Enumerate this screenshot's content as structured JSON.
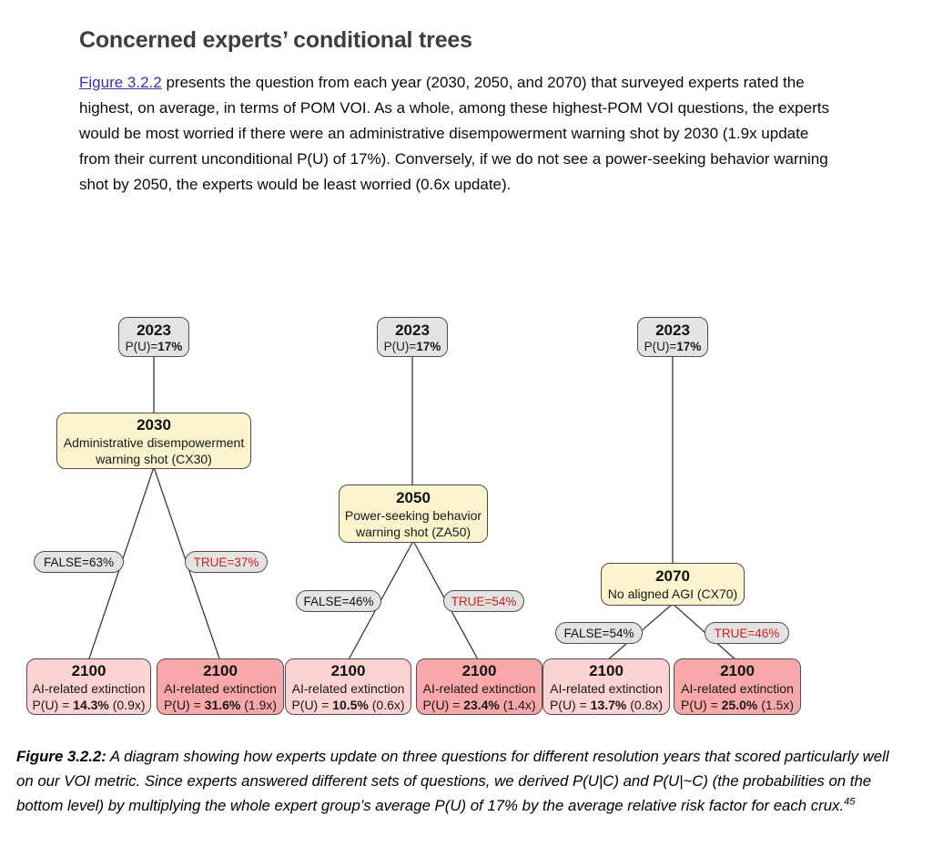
{
  "page": {
    "heading": "Concerned experts’ conditional trees",
    "intro": {
      "link_text": "Figure 3.2.2",
      "text_after_link": " presents the question from each year (2030, 2050, and 2070) that surveyed experts rated the highest, on average, in terms of POM VOI. As a whole, among these highest-POM VOI questions, the experts would be most worried if there were an administrative disempowerment warning shot by 2030 (1.9x update from their current unconditional P(U) of 17%). Conversely, if we do not see a power-seeking behavior warning shot by 2050, the experts would be least worried (0.6x update)."
    },
    "caption": {
      "label": "Figure 3.2.2:",
      "text": " A diagram showing how experts update on three questions for different resolution years that scored particularly well on our VOI metric. Since experts answered different sets of questions, we derived P(U|C) and P(U|~C) (the probabilities on the bottom level) by multiplying the whole expert group’s average P(U) of 17% by the average relative risk factor for each crux.",
      "footnote": "45"
    }
  },
  "colors": {
    "link_blue": "#3434ad",
    "root_gray_fill": "#e3e3e3",
    "crux_yellow_fill": "#fbf4cd",
    "leaf_light_pink_fill": "#fcd2d2",
    "leaf_dark_pink_fill": "#f8a8a8",
    "true_label_red": "#cc2222",
    "node_border": "#4d4d4d"
  },
  "trees": [
    {
      "root": {
        "year": "2023",
        "pu_prefix": "P(U)=",
        "pu_value": "17%"
      },
      "crux": {
        "year": "2030",
        "line1": "Administrative disempowerment",
        "line2": "warning shot (CX30)"
      },
      "false_label": "FALSE=63%",
      "true_label": "TRUE=37%",
      "false_leaf": {
        "year": "2100",
        "desc": "AI-related extinction",
        "p_prefix": "P(U) = ",
        "p_value": "14.3%",
        "p_suffix": " (0.9x)"
      },
      "true_leaf": {
        "year": "2100",
        "desc": "AI-related extinction",
        "p_prefix": "P(U) = ",
        "p_value": "31.6%",
        "p_suffix": " (1.9x)"
      }
    },
    {
      "root": {
        "year": "2023",
        "pu_prefix": "P(U)=",
        "pu_value": "17%"
      },
      "crux": {
        "year": "2050",
        "line1": "Power-seeking behavior",
        "line2": "warning shot (ZA50)"
      },
      "false_label": "FALSE=46%",
      "true_label": "TRUE=54%",
      "false_leaf": {
        "year": "2100",
        "desc": "AI-related extinction",
        "p_prefix": "P(U) = ",
        "p_value": "10.5%",
        "p_suffix": " (0.6x)"
      },
      "true_leaf": {
        "year": "2100",
        "desc": "AI-related extinction",
        "p_prefix": "P(U) = ",
        "p_value": "23.4%",
        "p_suffix": " (1.4x)"
      }
    },
    {
      "root": {
        "year": "2023",
        "pu_prefix": "P(U)=",
        "pu_value": "17%"
      },
      "crux": {
        "year": "2070",
        "line1": "No aligned AGI (CX70)",
        "line2": ""
      },
      "false_label": "FALSE=54%",
      "true_label": "TRUE=46%",
      "false_leaf": {
        "year": "2100",
        "desc": "AI-related extinction",
        "p_prefix": "P(U) = ",
        "p_value": "13.7%",
        "p_suffix": " (0.8x)"
      },
      "true_leaf": {
        "year": "2100",
        "desc": "AI-related extinction",
        "p_prefix": "P(U) = ",
        "p_value": "25.0%",
        "p_suffix": " (1.5x)"
      }
    }
  ]
}
